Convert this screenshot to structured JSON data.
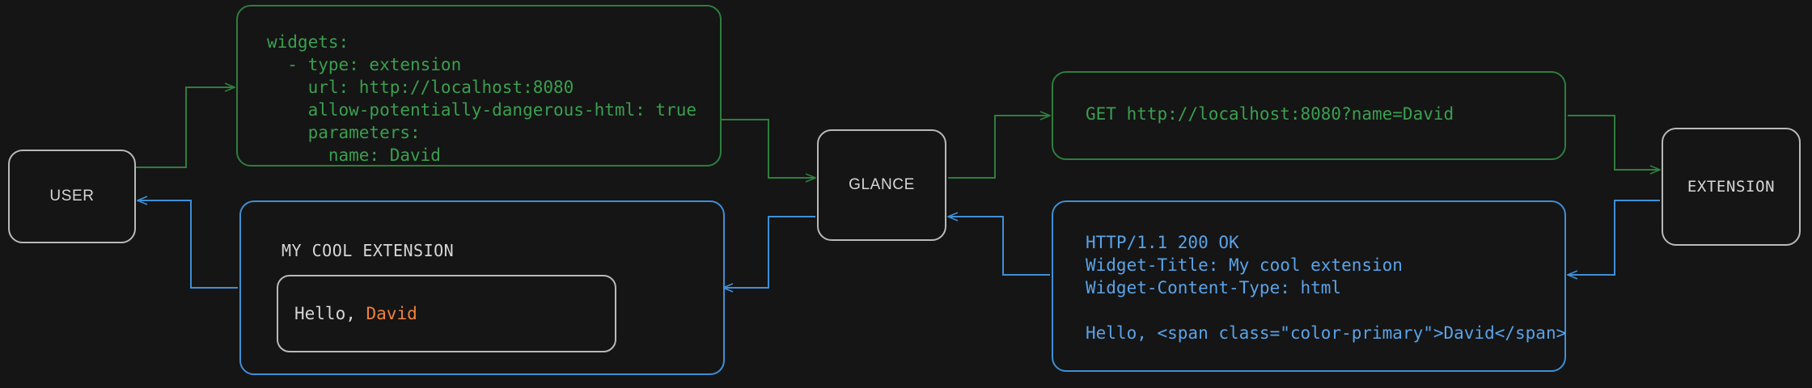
{
  "theme": {
    "background": "#151515",
    "node_border": "#b9b9b9",
    "node_text": "#d6d6d6",
    "green_border": "#2f7d3e",
    "green_text": "#3a9f4f",
    "blue_border": "#3f8fd6",
    "blue_text": "#5aa3e8",
    "accent_orange": "#f0813c"
  },
  "nodes": {
    "user": "USER",
    "glance": "GLANCE",
    "extension": "EXTENSION"
  },
  "yaml_config": {
    "text": "widgets:\n  - type: extension\n    url: http://localhost:8080\n    allow-potentially-dangerous-html: true\n    parameters:\n      name: David"
  },
  "http_request": {
    "text": "GET http://localhost:8080?name=David"
  },
  "http_response": {
    "text": "HTTP/1.1 200 OK\nWidget-Title: My cool extension\nWidget-Content-Type: html\n\nHello, <span class=\"color-primary\">David</span>"
  },
  "rendered_widget": {
    "title": "MY COOL EXTENSION",
    "greeting_prefix": "Hello, ",
    "greeting_name": "David"
  }
}
